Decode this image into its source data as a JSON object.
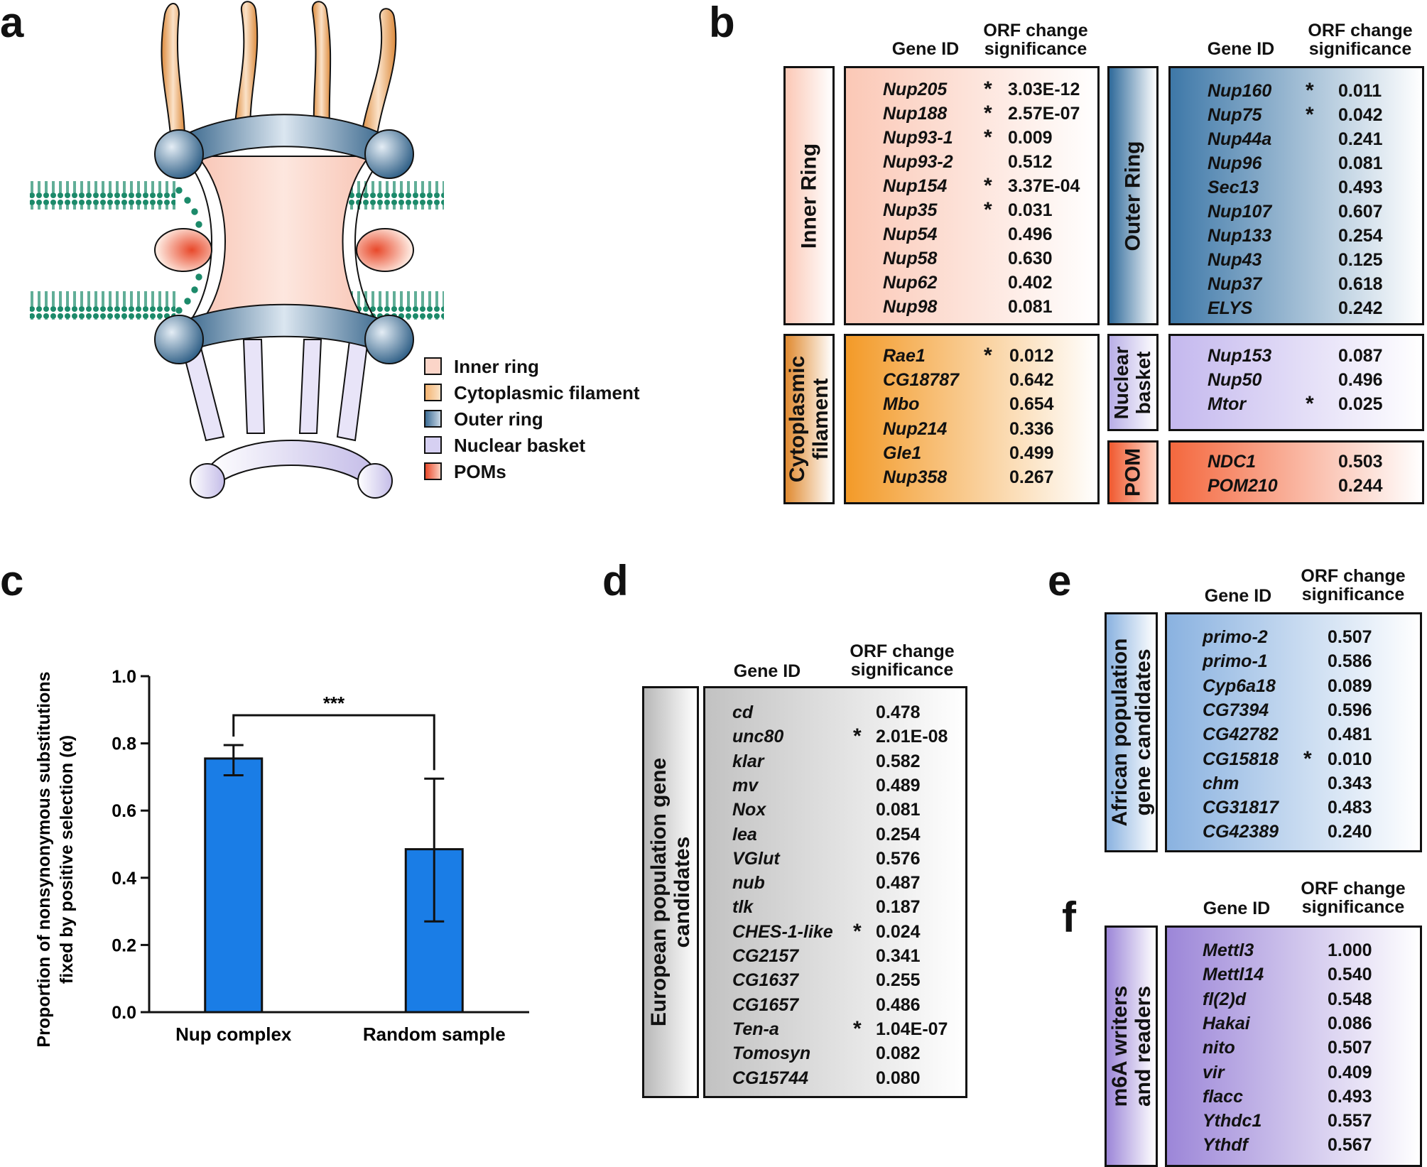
{
  "panel_labels": {
    "a": "a",
    "b": "b",
    "c": "c",
    "d": "d",
    "e": "e",
    "f": "f"
  },
  "headers": {
    "gene_id": "Gene ID",
    "orf_line1": "ORF change",
    "orf_line2": "significance"
  },
  "colors": {
    "inner_ring": "#fbd5c8",
    "cytoplasmic_filament": "#f3a03a",
    "outer_ring": "#4f82aa",
    "nuclear_basket": "#c9c0ea",
    "poms": "#f36a48",
    "european": "#c8c8c8",
    "african": "#8ab2e0",
    "m6a": "#9c86d8",
    "bar": "#1a7de6",
    "membrane": "#1c8a6a"
  },
  "legend": [
    {
      "label": "Inner ring",
      "color": "#fbd5c8"
    },
    {
      "label": "Cytoplasmic filament",
      "color": "#f6c89a"
    },
    {
      "label": "Outer ring",
      "color": "#5f8eb4"
    },
    {
      "label": "Nuclear basket",
      "color": "#d6d0f2"
    },
    {
      "label": "POMs",
      "color": "#f36a48"
    }
  ],
  "groups": {
    "inner_ring": {
      "label": "Inner Ring",
      "rows": [
        {
          "gene": "Nup205",
          "star": "*",
          "value": "3.03E-12"
        },
        {
          "gene": "Nup188",
          "star": "*",
          "value": "2.57E-07"
        },
        {
          "gene": "Nup93-1",
          "star": "*",
          "value": "0.009"
        },
        {
          "gene": "Nup93-2",
          "star": "",
          "value": "0.512"
        },
        {
          "gene": "Nup154",
          "star": "*",
          "value": "3.37E-04"
        },
        {
          "gene": "Nup35",
          "star": "*",
          "value": "0.031"
        },
        {
          "gene": "Nup54",
          "star": "",
          "value": "0.496"
        },
        {
          "gene": "Nup58",
          "star": "",
          "value": "0.630"
        },
        {
          "gene": "Nup62",
          "star": "",
          "value": "0.402"
        },
        {
          "gene": "Nup98",
          "star": "",
          "value": "0.081"
        }
      ]
    },
    "outer_ring": {
      "label": "Outer Ring",
      "rows": [
        {
          "gene": "Nup160",
          "star": "*",
          "value": "0.011"
        },
        {
          "gene": "Nup75",
          "star": "*",
          "value": "0.042"
        },
        {
          "gene": "Nup44a",
          "star": "",
          "value": "0.241"
        },
        {
          "gene": "Nup96",
          "star": "",
          "value": "0.081"
        },
        {
          "gene": "Sec13",
          "star": "",
          "value": "0.493"
        },
        {
          "gene": "Nup107",
          "star": "",
          "value": "0.607"
        },
        {
          "gene": "Nup133",
          "star": "",
          "value": "0.254"
        },
        {
          "gene": "Nup43",
          "star": "",
          "value": "0.125"
        },
        {
          "gene": "Nup37",
          "star": "",
          "value": "0.618"
        },
        {
          "gene": "ELYS",
          "star": "",
          "value": "0.242"
        }
      ]
    },
    "cytoplasmic_filament": {
      "label_line1": "Cytoplasmic",
      "label_line2": "filament",
      "rows": [
        {
          "gene": "Rae1",
          "star": "*",
          "value": "0.012"
        },
        {
          "gene": "CG18787",
          "star": "",
          "value": "0.642"
        },
        {
          "gene": "Mbo",
          "star": "",
          "value": "0.654"
        },
        {
          "gene": "Nup214",
          "star": "",
          "value": "0.336"
        },
        {
          "gene": "Gle1",
          "star": "",
          "value": "0.499"
        },
        {
          "gene": "Nup358",
          "star": "",
          "value": "0.267"
        }
      ]
    },
    "nuclear_basket": {
      "label_line1": "Nuclear",
      "label_line2": "basket",
      "rows": [
        {
          "gene": "Nup153",
          "star": "",
          "value": "0.087"
        },
        {
          "gene": "Nup50",
          "star": "",
          "value": "0.496"
        },
        {
          "gene": "Mtor",
          "star": "*",
          "value": "0.025"
        }
      ]
    },
    "pom": {
      "label": "POM",
      "rows": [
        {
          "gene": "NDC1",
          "star": "",
          "value": "0.503"
        },
        {
          "gene": "POM210",
          "star": "",
          "value": "0.244"
        }
      ]
    },
    "european": {
      "label_line1": "European population gene",
      "label_line2": "candidates",
      "rows": [
        {
          "gene": "cd",
          "star": "",
          "value": "0.478"
        },
        {
          "gene": "unc80",
          "star": "*",
          "value": "2.01E-08"
        },
        {
          "gene": "klar",
          "star": "",
          "value": "0.582"
        },
        {
          "gene": "mv",
          "star": "",
          "value": "0.489"
        },
        {
          "gene": "Nox",
          "star": "",
          "value": "0.081"
        },
        {
          "gene": "lea",
          "star": "",
          "value": "0.254"
        },
        {
          "gene": "VGlut",
          "star": "",
          "value": "0.576"
        },
        {
          "gene": "nub",
          "star": "",
          "value": "0.487"
        },
        {
          "gene": "tlk",
          "star": "",
          "value": "0.187"
        },
        {
          "gene": "CHES-1-like",
          "star": "*",
          "value": "0.024"
        },
        {
          "gene": "CG2157",
          "star": "",
          "value": "0.341"
        },
        {
          "gene": "CG1637",
          "star": "",
          "value": "0.255"
        },
        {
          "gene": "CG1657",
          "star": "",
          "value": "0.486"
        },
        {
          "gene": "Ten-a",
          "star": "*",
          "value": "1.04E-07"
        },
        {
          "gene": "Tomosyn",
          "star": "",
          "value": "0.082"
        },
        {
          "gene": "CG15744",
          "star": "",
          "value": "0.080"
        }
      ]
    },
    "african": {
      "label_line1": "African population",
      "label_line2": "gene candidates",
      "rows": [
        {
          "gene": "primo-2",
          "star": "",
          "value": "0.507"
        },
        {
          "gene": "primo-1",
          "star": "",
          "value": "0.586"
        },
        {
          "gene": "Cyp6a18",
          "star": "",
          "value": "0.089"
        },
        {
          "gene": "CG7394",
          "star": "",
          "value": "0.596"
        },
        {
          "gene": "CG42782",
          "star": "",
          "value": "0.481"
        },
        {
          "gene": "CG15818",
          "star": "*",
          "value": "0.010"
        },
        {
          "gene": "chm",
          "star": "",
          "value": "0.343"
        },
        {
          "gene": "CG31817",
          "star": "",
          "value": "0.483"
        },
        {
          "gene": "CG42389",
          "star": "",
          "value": "0.240"
        }
      ]
    },
    "m6a": {
      "label_line1": "m6A writers",
      "label_line2": "and readers",
      "rows": [
        {
          "gene": "Mettl3",
          "star": "",
          "value": "1.000"
        },
        {
          "gene": "Mettl14",
          "star": "",
          "value": "0.540"
        },
        {
          "gene": "fl(2)d",
          "star": "",
          "value": "0.548"
        },
        {
          "gene": "Hakai",
          "star": "",
          "value": "0.086"
        },
        {
          "gene": "nito",
          "star": "",
          "value": "0.507"
        },
        {
          "gene": "vir",
          "star": "",
          "value": "0.409"
        },
        {
          "gene": "flacc",
          "star": "",
          "value": "0.493"
        },
        {
          "gene": "Ythdc1",
          "star": "",
          "value": "0.557"
        },
        {
          "gene": "Ythdf",
          "star": "",
          "value": "0.567"
        }
      ]
    }
  },
  "chart_data": {
    "type": "bar",
    "categories": [
      "Nup complex",
      "Random sample"
    ],
    "values": [
      0.755,
      0.485
    ],
    "error_upper": [
      0.795,
      0.695
    ],
    "error_lower": [
      0.705,
      0.27
    ],
    "ylabel_line1": "Proportion of nonsynonymous substitutions",
    "ylabel_line2": "fixed by positive selection (α)",
    "yticks": [
      "0.0",
      "0.2",
      "0.4",
      "0.6",
      "0.8",
      "1.0"
    ],
    "ylim": [
      0,
      1
    ],
    "significance": "***",
    "grid": false,
    "bar_color": "#1a7de6"
  }
}
